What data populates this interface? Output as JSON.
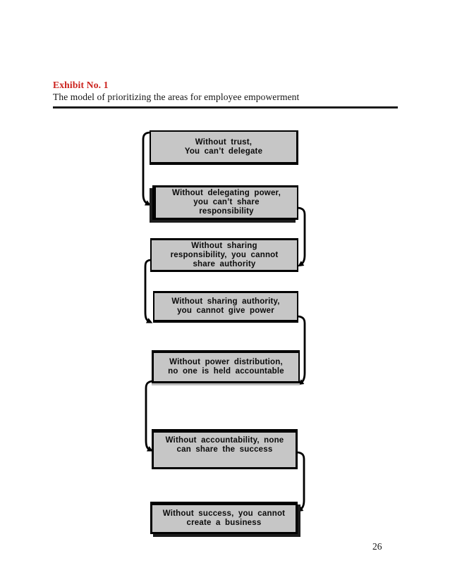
{
  "header": {
    "exhibit_label": "Exhibit No. 1",
    "subtitle": "The model of prioritizing the areas for employee empowerment"
  },
  "footer": {
    "page_number": "26"
  },
  "colors": {
    "accent_red": "#cb201b",
    "box_fill": "#c6c6c6",
    "box_border": "#000000",
    "connector": "#000000"
  },
  "flow": {
    "type": "flowchart",
    "direction": "top-to-bottom",
    "steps": [
      {
        "label": "Without trust,\nYou can’t delegate"
      },
      {
        "label": "Without delegating power,\nyou can’t share\nresponsibility"
      },
      {
        "label": "Without sharing\nresponsibility, you cannot\nshare authority"
      },
      {
        "label": "Without sharing authority,\nyou cannot give power"
      },
      {
        "label": "Without power distribution,\nno one is held accountable"
      },
      {
        "label": "Without accountability, none\ncan share the success"
      },
      {
        "label": "Without success, you cannot\ncreate a business"
      }
    ],
    "connections": [
      {
        "from": 0,
        "to": 1,
        "side": "left"
      },
      {
        "from": 1,
        "to": 2,
        "side": "right"
      },
      {
        "from": 2,
        "to": 3,
        "side": "left"
      },
      {
        "from": 3,
        "to": 4,
        "side": "right"
      },
      {
        "from": 4,
        "to": 5,
        "side": "left"
      },
      {
        "from": 5,
        "to": 6,
        "side": "right"
      }
    ]
  }
}
